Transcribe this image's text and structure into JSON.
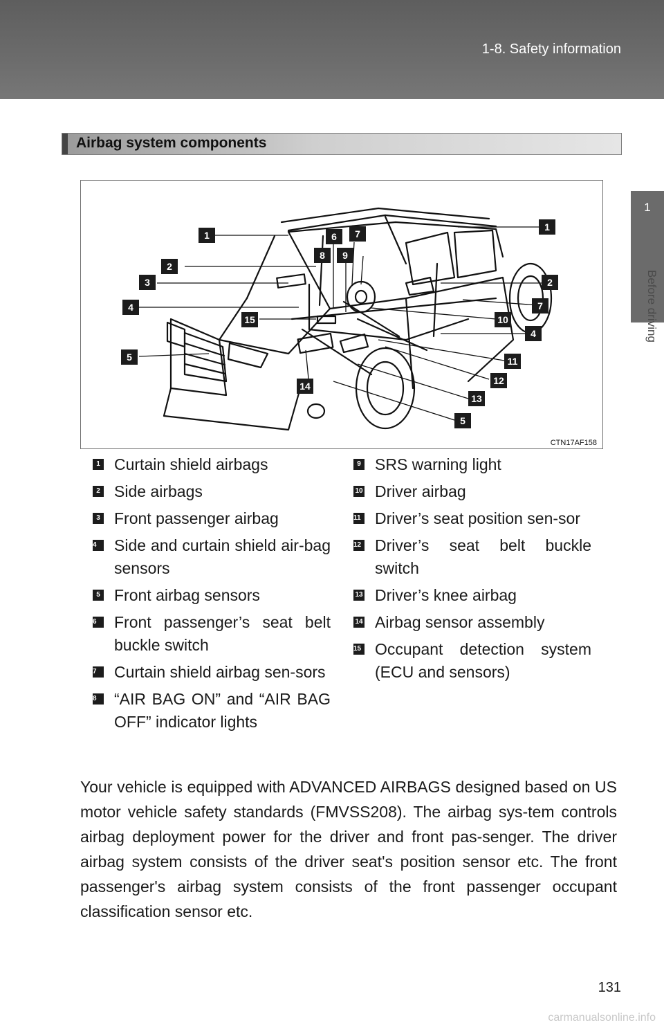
{
  "header": {
    "section": "1-8. Safety information"
  },
  "side_tab": {
    "number": "1",
    "label": "Before driving"
  },
  "section_title": "Airbag system components",
  "figure": {
    "code": "CTN17AF158",
    "callouts": [
      "1",
      "1",
      "6",
      "7",
      "8",
      "9",
      "2",
      "3",
      "2",
      "4",
      "7",
      "15",
      "10",
      "4",
      "5",
      "11",
      "14",
      "12",
      "13",
      "5"
    ]
  },
  "legend_left": [
    {
      "num": "1",
      "text": "Curtain shield airbags"
    },
    {
      "num": "2",
      "text": "Side airbags"
    },
    {
      "num": "3",
      "text": "Front passenger airbag"
    },
    {
      "num": "4",
      "text": "Side and curtain shield air-bag sensors"
    },
    {
      "num": "5",
      "text": "Front airbag sensors"
    },
    {
      "num": "6",
      "text": "Front passenger’s seat belt buckle switch"
    },
    {
      "num": "7",
      "text": "Curtain shield airbag sen-sors"
    },
    {
      "num": "8",
      "text": "“AIR BAG ON” and “AIR BAG OFF” indicator lights"
    }
  ],
  "legend_right": [
    {
      "num": "9",
      "text": "SRS warning light"
    },
    {
      "num": "10",
      "text": "Driver airbag"
    },
    {
      "num": "11",
      "text": "Driver’s seat position sen-sor"
    },
    {
      "num": "12",
      "text": "Driver’s seat belt buckle switch"
    },
    {
      "num": "13",
      "text": "Driver’s knee airbag"
    },
    {
      "num": "14",
      "text": "Airbag sensor assembly"
    },
    {
      "num": "15",
      "text": "Occupant detection system (ECU and sensors)"
    }
  ],
  "paragraph": "Your vehicle is equipped with ADVANCED AIRBAGS designed based on US motor vehicle safety standards (FMVSS208). The airbag sys-tem controls airbag deployment power for the driver and front pas-senger. The driver airbag system consists of the driver seat's position sensor etc. The front passenger's airbag system consists of the front passenger occupant classification sensor etc.",
  "page_number": "131",
  "watermark": "carmanualsonline.info"
}
